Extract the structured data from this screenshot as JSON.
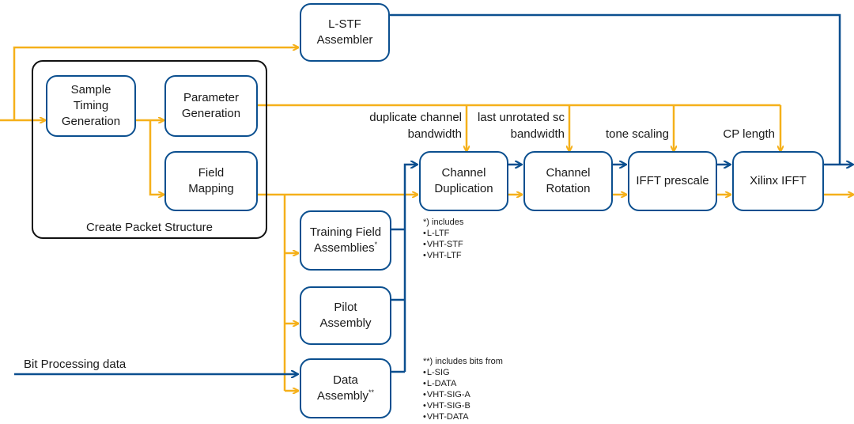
{
  "colors": {
    "data_path": "#0b4f8f",
    "control_path": "#f5b01a",
    "group_border": "#111111"
  },
  "group": {
    "label": "Create Packet Structure"
  },
  "blocks": {
    "lstf": "L-STF\nAssembler",
    "sample_timing": "Sample\nTiming\nGeneration",
    "parameter_gen": "Parameter\nGeneration",
    "field_mapping": "Field\nMapping",
    "training_field": "Training Field\nAssemblies",
    "training_field_mark": "*",
    "pilot": "Pilot\nAssembly",
    "data_assembly": "Data\nAssembly",
    "data_assembly_mark": "**",
    "channel_dup": "Channel\nDuplication",
    "channel_rot": "Channel\nRotation",
    "ifft_prescale": "IFFT prescale",
    "xilinx_ifft": "Xilinx IFFT"
  },
  "labels": {
    "dup_bw": "duplicate channel\nbandwidth",
    "unrot_bw": "last unrotated sc\nbandwidth",
    "tone_scaling": "tone scaling",
    "cp_length": "CP length",
    "bit_processing": "Bit Processing data"
  },
  "notes": {
    "training": {
      "title": "*) includes",
      "items": [
        "L-LTF",
        "VHT-STF",
        "VHT-LTF"
      ]
    },
    "data": {
      "title": "**) includes bits from",
      "items": [
        "L-SIG",
        "L-DATA",
        "VHT-SIG-A",
        "VHT-SIG-B",
        "VHT-DATA"
      ]
    }
  }
}
